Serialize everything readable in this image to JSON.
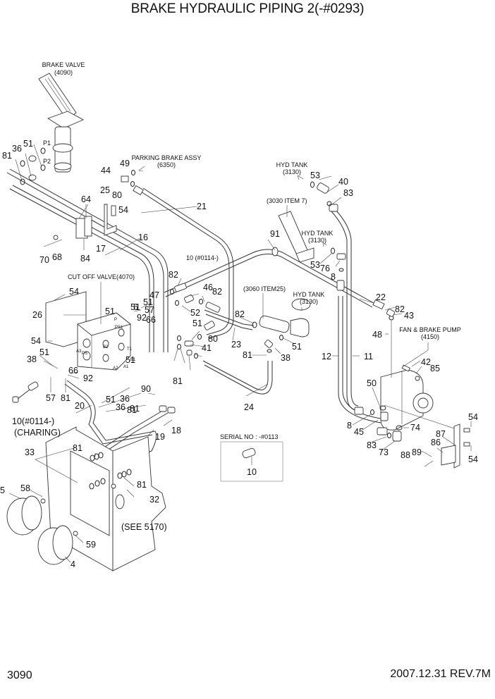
{
  "header": {
    "title": "BRAKE HYDRAULIC PIPING 2(-#0293)"
  },
  "footer": {
    "page_number": "3090",
    "revision": "2007.12.31  REV.7M"
  },
  "callouts": {
    "brake_valve": [
      "BRAKE VALVE",
      "(4090)"
    ],
    "parking_brake": [
      "PARKING BRAKE ASSY",
      "(6350)"
    ],
    "hyd_tank_top": [
      "HYD TANK",
      "(3130)"
    ],
    "item_3030": [
      "(3030 ITEM 7)"
    ],
    "hyd_tank_mid": [
      "HYD TANK",
      "(3130)"
    ],
    "item_3060": [
      "(3060 ITEM25)"
    ],
    "hyd_tank_low": [
      "HYD TANK",
      "(3130)"
    ],
    "cut_off_valve": [
      "CUT OFF VALVE(4070)"
    ],
    "fan_brake_pump": [
      "FAN & BRAKE PUMP",
      "(4150)"
    ],
    "charing": [
      "10(#0114-)",
      "(CHARING)"
    ],
    "see_5170": [
      "(SEE 5170)"
    ],
    "item10_note": [
      "10 (#0114-)"
    ]
  },
  "port_labels": [
    "P1",
    "P2",
    "P",
    "PS1",
    "PS",
    "A3",
    "B2",
    "T1",
    "B1",
    "A2",
    "A1"
  ],
  "inset": {
    "title": "SERIAL NO : -#0113",
    "part": "10"
  },
  "parts": [
    {
      "no": "81"
    },
    {
      "no": "36"
    },
    {
      "no": "51"
    },
    {
      "no": "44"
    },
    {
      "no": "49"
    },
    {
      "no": "80"
    },
    {
      "no": "25"
    },
    {
      "no": "54"
    },
    {
      "no": "64"
    },
    {
      "no": "21"
    },
    {
      "no": "16"
    },
    {
      "no": "17"
    },
    {
      "no": "84"
    },
    {
      "no": "68"
    },
    {
      "no": "70"
    },
    {
      "no": "53"
    },
    {
      "no": "40"
    },
    {
      "no": "83"
    },
    {
      "no": "91"
    },
    {
      "no": "76"
    },
    {
      "no": "8"
    },
    {
      "no": "82"
    },
    {
      "no": "46"
    },
    {
      "no": "47"
    },
    {
      "no": "6"
    },
    {
      "no": "26"
    },
    {
      "no": "57"
    },
    {
      "no": "92"
    },
    {
      "no": "66"
    },
    {
      "no": "52"
    },
    {
      "no": "41"
    },
    {
      "no": "23"
    },
    {
      "no": "38"
    },
    {
      "no": "22"
    },
    {
      "no": "43"
    },
    {
      "no": "48"
    },
    {
      "no": "12"
    },
    {
      "no": "11"
    },
    {
      "no": "42"
    },
    {
      "no": "85"
    },
    {
      "no": "50"
    },
    {
      "no": "45"
    },
    {
      "no": "74"
    },
    {
      "no": "73"
    },
    {
      "no": "87"
    },
    {
      "no": "86"
    },
    {
      "no": "89"
    },
    {
      "no": "88"
    },
    {
      "no": "90"
    },
    {
      "no": "20"
    },
    {
      "no": "18"
    },
    {
      "no": "19"
    },
    {
      "no": "24"
    },
    {
      "no": "33"
    },
    {
      "no": "5"
    },
    {
      "no": "58"
    },
    {
      "no": "59"
    },
    {
      "no": "4"
    },
    {
      "no": "32"
    },
    {
      "no": "10"
    }
  ],
  "labels": [
    {
      "t": "81"
    },
    {
      "t": "36"
    },
    {
      "t": "51"
    },
    {
      "t": "49"
    },
    {
      "t": "44"
    },
    {
      "t": "80"
    },
    {
      "t": "25"
    },
    {
      "t": "64"
    },
    {
      "t": "54"
    },
    {
      "t": "21"
    },
    {
      "t": "16"
    },
    {
      "t": "17"
    },
    {
      "t": "84"
    },
    {
      "t": "68"
    },
    {
      "t": "70"
    },
    {
      "t": "53"
    },
    {
      "t": "40"
    },
    {
      "t": "83"
    },
    {
      "t": "91"
    },
    {
      "t": "53"
    },
    {
      "t": "76"
    },
    {
      "t": "8"
    },
    {
      "t": "82"
    },
    {
      "t": "46"
    },
    {
      "t": "82"
    },
    {
      "t": "47"
    },
    {
      "t": "51"
    },
    {
      "t": "6"
    },
    {
      "t": "51"
    },
    {
      "t": "26"
    },
    {
      "t": "57"
    },
    {
      "t": "92"
    },
    {
      "t": "66"
    },
    {
      "t": "54"
    },
    {
      "t": "54"
    },
    {
      "t": "52"
    },
    {
      "t": "82"
    },
    {
      "t": "51"
    },
    {
      "t": "80"
    },
    {
      "t": "41"
    },
    {
      "t": "23"
    },
    {
      "t": "51"
    },
    {
      "t": "38"
    },
    {
      "t": "81"
    },
    {
      "t": "22"
    },
    {
      "t": "82"
    },
    {
      "t": "43"
    },
    {
      "t": "48"
    },
    {
      "t": "12"
    },
    {
      "t": "11"
    },
    {
      "t": "42"
    },
    {
      "t": "85"
    },
    {
      "t": "50"
    },
    {
      "t": "8"
    },
    {
      "t": "45"
    },
    {
      "t": "74"
    },
    {
      "t": "83"
    },
    {
      "t": "73"
    },
    {
      "t": "54"
    },
    {
      "t": "87"
    },
    {
      "t": "86"
    },
    {
      "t": "89"
    },
    {
      "t": "88"
    },
    {
      "t": "54"
    },
    {
      "t": "51"
    },
    {
      "t": "38"
    },
    {
      "t": "66"
    },
    {
      "t": "92"
    },
    {
      "t": "57"
    },
    {
      "t": "81"
    },
    {
      "t": "51"
    },
    {
      "t": "51"
    },
    {
      "t": "36"
    },
    {
      "t": "81"
    },
    {
      "t": "81"
    },
    {
      "t": "90"
    },
    {
      "t": "51"
    },
    {
      "t": "36"
    },
    {
      "t": "81"
    },
    {
      "t": "20"
    },
    {
      "t": "18"
    },
    {
      "t": "19"
    },
    {
      "t": "24"
    },
    {
      "t": "33"
    },
    {
      "t": "81"
    },
    {
      "t": "81"
    },
    {
      "t": "5"
    },
    {
      "t": "58"
    },
    {
      "t": "32"
    },
    {
      "t": "59"
    },
    {
      "t": "4"
    }
  ]
}
